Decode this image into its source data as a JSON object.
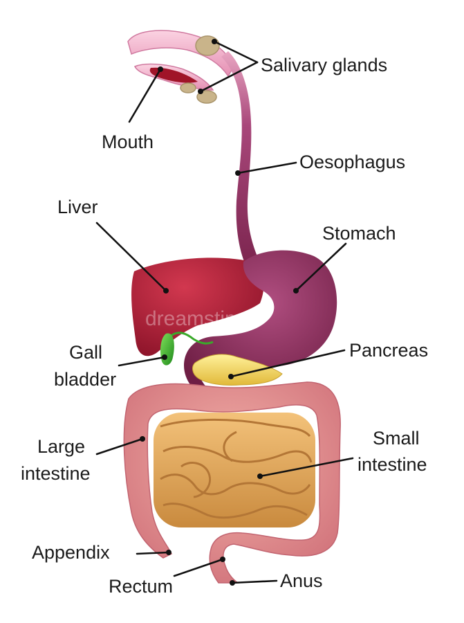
{
  "labels": {
    "salivary_glands": "Salivary glands",
    "mouth": "Mouth",
    "oesophagus": "Oesophagus",
    "liver": "Liver",
    "stomach": "Stomach",
    "gall_bladder_line1": "Gall",
    "gall_bladder_line2": "bladder",
    "pancreas": "Pancreas",
    "large_intestine_line1": "Large",
    "large_intestine_line2": "intestine",
    "small_intestine_line1": "Small",
    "small_intestine_line2": "intestine",
    "appendix": "Appendix",
    "rectum": "Rectum",
    "anus": "Anus"
  },
  "watermark": "dreamstime",
  "colors": {
    "mouth_pink": "#f0a6c4",
    "mouth_red": "#a01428",
    "salivary": "#c9b48a",
    "oesophagus": "#8a2a55",
    "stomach": "#8b2f5a",
    "liver": "#b0203a",
    "gall_bladder": "#3aaa2a",
    "pancreas": "#f1d25a",
    "large_intestine": "#dd8c8c",
    "small_intestine": "#d99a4a",
    "text": "#1a1a1a",
    "background": "#ffffff"
  }
}
